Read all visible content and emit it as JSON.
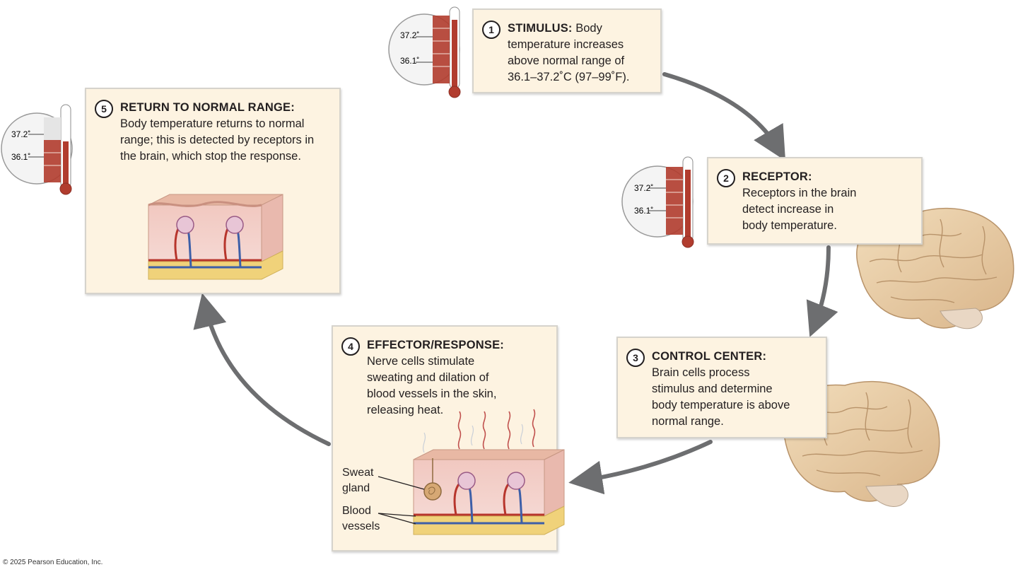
{
  "steps": [
    {
      "num": "1",
      "title": "STIMULUS:",
      "desc": "Body temperature increases above normal range of 36.1–37.2˚C (97–99˚F)."
    },
    {
      "num": "2",
      "title": "RECEPTOR:",
      "desc": "Receptors in the brain detect increase in body temperature."
    },
    {
      "num": "3",
      "title": "CONTROL CENTER:",
      "desc": "Brain cells process stimulus and determine body temperature is above normal range."
    },
    {
      "num": "4",
      "title": "EFFECTOR/RESPONSE:",
      "desc": "Nerve cells stimulate sweating and dilation of blood vessels in the skin, releasing heat."
    },
    {
      "num": "5",
      "title": "RETURN TO NORMAL RANGE:",
      "desc": "Body temperature returns to normal range; this is detected by receptors in the brain, which stop the response."
    }
  ],
  "thermometer": {
    "upper": "37.2˚",
    "lower": "36.1˚"
  },
  "labels": {
    "sweat_gland": "Sweat gland",
    "blood_vessels": "Blood vessels"
  },
  "copyright": "© 2025 Pearson Education, Inc.",
  "colors": {
    "box_fill": "#fdf3e1",
    "arrow": "#6d6e70",
    "mercury": "#b13c2e",
    "brain": "#e8c9a0"
  }
}
